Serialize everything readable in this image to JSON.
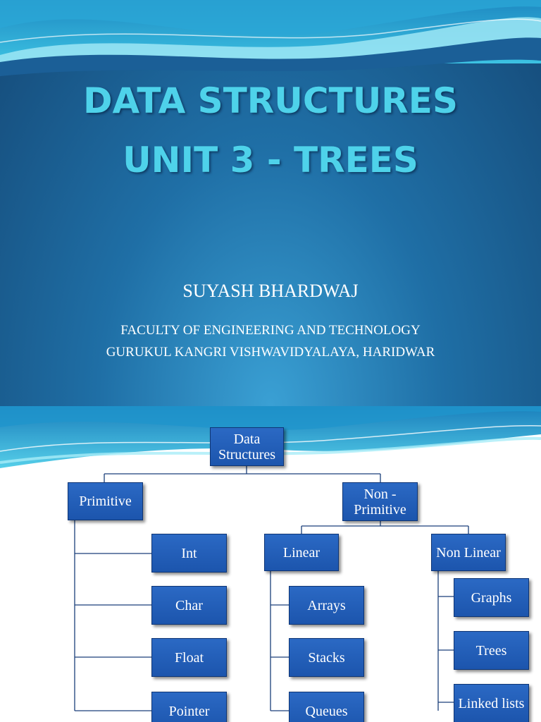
{
  "slide1": {
    "title_line1": "DATA STRUCTURES",
    "title_line2": "UNIT 3 - TREES",
    "author": "SUYASH BHARDWAJ",
    "affiliation_line1": "FACULTY OF ENGINEERING AND TECHNOLOGY",
    "affiliation_line2": "GURUKUL KANGRI VISHWAVIDYALAYA, HARIDWAR"
  },
  "slide2": {
    "root": "Data Structures",
    "primitive": {
      "label": "Primitive",
      "children": [
        "Int",
        "Char",
        "Float",
        "Pointer"
      ]
    },
    "non_primitive": {
      "label": "Non - Primitive",
      "linear": {
        "label": "Linear",
        "children": [
          "Arrays",
          "Stacks",
          "Queues"
        ]
      },
      "non_linear": {
        "label": "Non Linear",
        "children": [
          "Graphs",
          "Trees",
          "Linked lists"
        ]
      }
    }
  },
  "colors": {
    "title_text": "#4ed2ea",
    "slide_bg_dark": "#154a78",
    "slide_bg_light": "#3aa0d4",
    "node_fill": "#1f5bb5",
    "connector": "#1a3f7a"
  }
}
